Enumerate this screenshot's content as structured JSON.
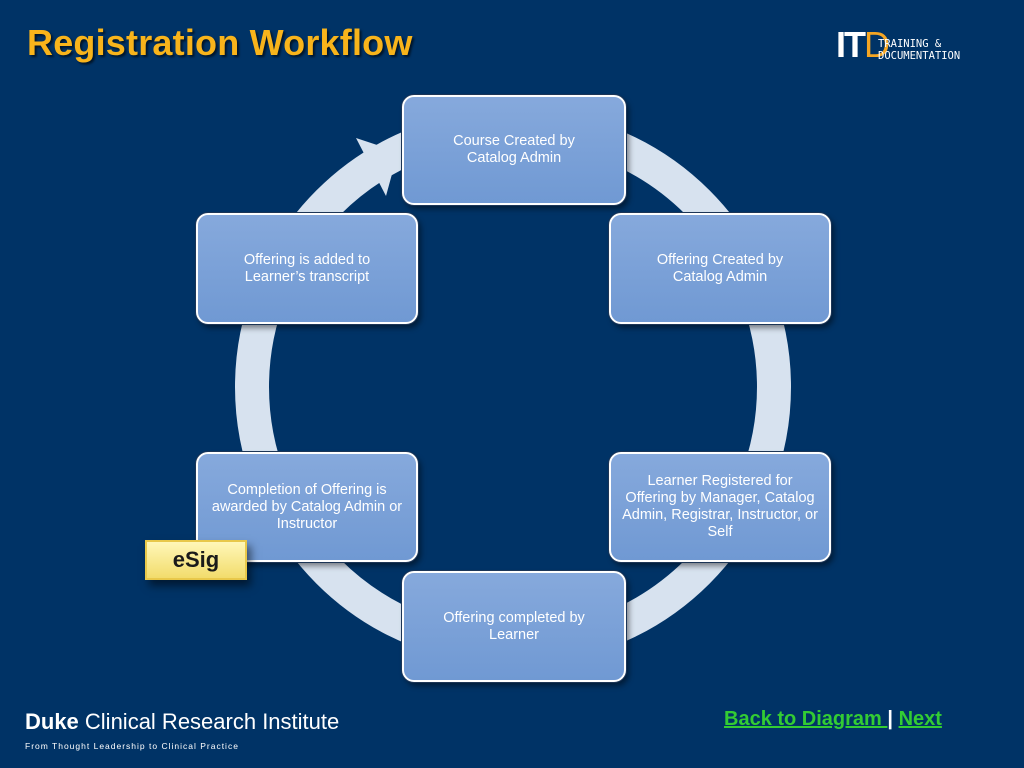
{
  "slide": {
    "title": "Registration Workflow",
    "logo": {
      "mark_i": "IT",
      "mark_d": "D",
      "line1": "TRAINING &",
      "line2": "DOCUMENTATION"
    }
  },
  "diagram": {
    "nodes": [
      {
        "id": "course-created",
        "label": "Course Created by Catalog Admin"
      },
      {
        "id": "offering-created",
        "label": "Offering Created by Catalog Admin"
      },
      {
        "id": "learner-registered",
        "label": "Learner Registered for Offering by Manager, Catalog Admin, Registrar, Instructor, or Self"
      },
      {
        "id": "offering-completed",
        "label": "Offering completed by Learner"
      },
      {
        "id": "completion-awarded",
        "label": "Completion of Offering is awarded by Catalog Admin or Instructor"
      },
      {
        "id": "offering-added",
        "label": "Offering is added to Learner’s transcript"
      }
    ],
    "badge": "eSig"
  },
  "footer": {
    "back_link": "Back to Diagram ",
    "separator": "|",
    "next_link": "Next",
    "brand_bold": "Duke",
    "brand_rest": " Clinical Research Institute",
    "tagline": "From Thought Leadership to Clinical Practice"
  },
  "colors": {
    "background": "#003366",
    "title": "#f8b41b",
    "node_fill": "#7da3d9",
    "ring": "#d7e2ef",
    "link": "#33cc33",
    "badge": "#f6e58a"
  }
}
